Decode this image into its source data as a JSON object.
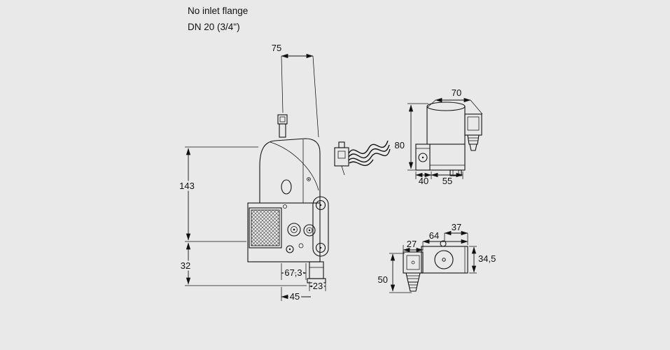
{
  "header": {
    "line1": "No inlet flange",
    "line2": "DN 20 (3/4\")"
  },
  "front_view": {
    "dim_top": "75",
    "dim_height": "143",
    "dim_bottom_height": "32",
    "dim_width": "67,3",
    "dim_outlet": "23",
    "dim_base": "45"
  },
  "side_view": {
    "dim_width": "70",
    "dim_height": "80",
    "dim_left": "40",
    "dim_right": "55"
  },
  "top_view": {
    "dim_left": "27",
    "dim_middle": "64",
    "dim_right": "37",
    "dim_height": "34,5",
    "dim_total_height": "50"
  },
  "colors": {
    "background": "#e9e9e9",
    "line": "#111111"
  }
}
